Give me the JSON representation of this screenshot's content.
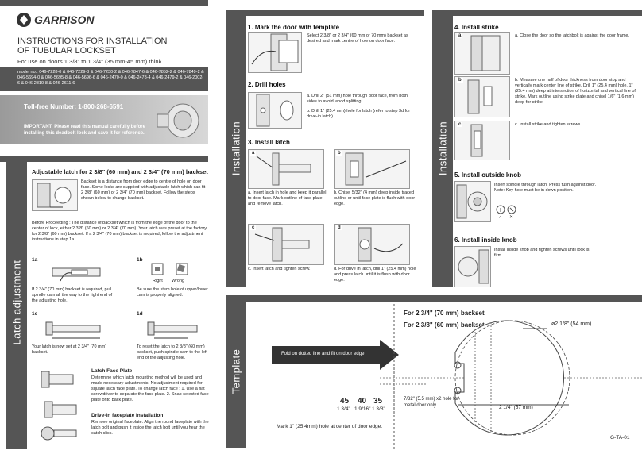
{
  "header": {
    "brand": "GARRISON",
    "title_line1": "INSTRUCTIONS FOR INSTALLATION",
    "title_line2": "OF TUBULAR LOCKSET",
    "subtitle": "For use on doors 1 3/8\" to 1 3/4\" (35 mm-45 mm) think",
    "model_text": "model no.: 046-7228-0 & 046-7229-8 & 046-7230-2 & 046-7847-6 & 046-7852-2 & 046-7849-2 & 046-5694-0 & 046-5695-8 & 046-5696-6 & 046-2470-0 & 046-2478-4 & 046-2479-2 & 046-2002-6 & 046-2810-8 & 046-2611-6",
    "toll_free": "Toll-free Number: 1-800-268-6591",
    "important": "IMPORTANT: Please read this manual carefully before installing this deadbolt lock and save it for reference."
  },
  "latch": {
    "section_label": "Latch adjustment",
    "heading": "Adjustable latch for 2 3/8\" (60 mm) and 2 3/4\" (70 mm) backset",
    "intro": "Backset is a distance from door edge to centre of hole on door face. Some locks are supplied with adjustable latch which can fit 2 3/8\" (60 mm) or 2 3/4\" (70 mm) backset. Follow the steps shown below to change backset.",
    "before": "Before Proceeding : The distance of backset which is from the edge of the door to the center of lock, either 2 3/8\" (60 mm) or 2 3/4\" (70 mm). Your latch was preset at the factory for 2 3/8\" (60 mm) backset. If a 2 3/4\" (70 mm) backset is required, follow the adjustment instructions in step 1a.",
    "s1a_label": "1a",
    "s1a_text": "If 2 3/4\" (70 mm) backset is required, pull spindle cam all the way to the right end of the adjusting hole.",
    "s1b_label": "1b",
    "s1b_right": "Right",
    "s1b_wrong": "Wrong",
    "s1b_text": "Be sure the stem hole of upper/lower cam is properly aligned.",
    "s1c_label": "1c",
    "s1c_text": "Your latch is now set at 2 3/4\" (70 mm) backset.",
    "s1d_label": "1d",
    "s1d_text": "To reset the latch to 2 3/8\" (60 mm) backset, push spindle cam to the left end of the adjusting hole.",
    "faceplate_title": "Latch Face Plate",
    "faceplate_text": "Determine which latch mounting method will be used and made necessary adjustments. No adjustment required for square latch face plate. To change latch face : 1. Use a flat screwdriver to separate the face plate. 2. Snap selected face plate onto back plate.",
    "drive_title": "Drive-in faceplate installation",
    "drive_text": "Remove original faceplate. Align the round faceplate with the latch bolt and push it inside the latch bolt until you hear the catch click."
  },
  "install": {
    "section_label": "Installation",
    "s1_title": "1. Mark the door with template",
    "s1_text": "Select 2 3/8\" or 2 3/4\" (60 mm or 70 mm) backset as desired and mark centre of hole on door face.",
    "s2_title": "2. Drill holes",
    "s2_a": "a. Drill 2\" (51 mm) hole through door face, from both sides to avoid wood splitting.",
    "s2_b": "b. Drill 1\" (25.4 mm) hole for latch (refer to step 3d for drive-in latch).",
    "s3_title": "3. Install latch",
    "s3_a": "a. Insert latch in hole and keep it parallel to door face. Mark outline of face plate and remove latch.",
    "s3_b": "b. Chisel 5/32\" (4 mm) deep inside traced outline or until face plate is flush with door edge.",
    "s3_c": "c. Insert latch and tighten screw.",
    "s3_d": "d. For drive in latch, drill 1\" (25.4 mm) hole and press latch until it is flush with door edge.",
    "tag_a": "a",
    "tag_b": "b",
    "tag_c": "c",
    "tag_d": "d"
  },
  "right": {
    "section_label": "Installation",
    "s4_title": "4. Install strike",
    "s4_a": "a. Close the door so the latchbolt is against the door frame.",
    "s4_b": "b. Measure one half of door thickness from door stop and vertically mark center line of strike. Drill 1\" (25.4 mm) hole, 1\" (25.4 mm) deep at intersection of horizontal and vertical line of strike. Mark outline using strike plate and chisel 1/6\" (1.6 mm) deep for strike.",
    "s4_c": "c. Install strike and tighten screws.",
    "s5_title": "5. Install outside knob",
    "s5_text": "Insert spindle through latch. Press fush against door. Note: Key hole must be in down position.",
    "s6_title": "6. Install inside knob",
    "s6_text": "Install inside knob and tighten screws until lock is firm.",
    "tag_a": "a",
    "tag_b": "b",
    "tag_c": "c"
  },
  "template": {
    "section_label": "Template",
    "fold_text": "Fold on dotted line and fit on door edge",
    "backset70": "For 2 3/4\" (70 mm) backset",
    "backset60": "For 2 3/8\" (60 mm) backset",
    "m45": "45",
    "m40": "40",
    "m35": "35",
    "i45": "1 3/4\"",
    "i40": "1 9/16\"",
    "i35": "1 3/8\"",
    "diam": "ø2 1/8\" (54 mm)",
    "hole_note": "7/32\" (5.5 mm) x2 hole for metal door only.",
    "width_note": "2 1/4\" (57 mm)",
    "mark_note": "Mark 1\" (25.4mm) hole at center of door edge.",
    "code": "G-TA-01"
  },
  "colors": {
    "band": "#555555",
    "text": "#222222"
  }
}
